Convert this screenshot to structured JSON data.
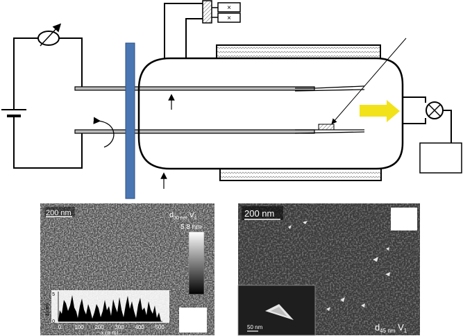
{
  "afm_panel": {
    "scale_bar": "200 nm",
    "sample_label_main": "d",
    "sample_label_sub": "30 nm",
    "sample_label_suffix": " V",
    "sample_label_suffix_sub": "1",
    "colorbar_max": "5.8 nm",
    "profile_ylabel": "z(nm)",
    "profile_yticks": [
      "0",
      "5"
    ],
    "profile_xlabel": "x (n m)",
    "profile_xticks": [
      "0",
      "100",
      "200",
      "300",
      "400",
      "500"
    ]
  },
  "sem_panel": {
    "scale_bar": "200 nm",
    "inset_scale_bar": "50 nm",
    "sample_label_main": "d",
    "sample_label_sub": "45 nm",
    "sample_label_suffix": " V",
    "sample_label_suffix_sub": "1"
  },
  "colors": {
    "electrode_plate": "#4a77b4",
    "flow_arrow": "#f2e21a",
    "line": "#000000"
  }
}
